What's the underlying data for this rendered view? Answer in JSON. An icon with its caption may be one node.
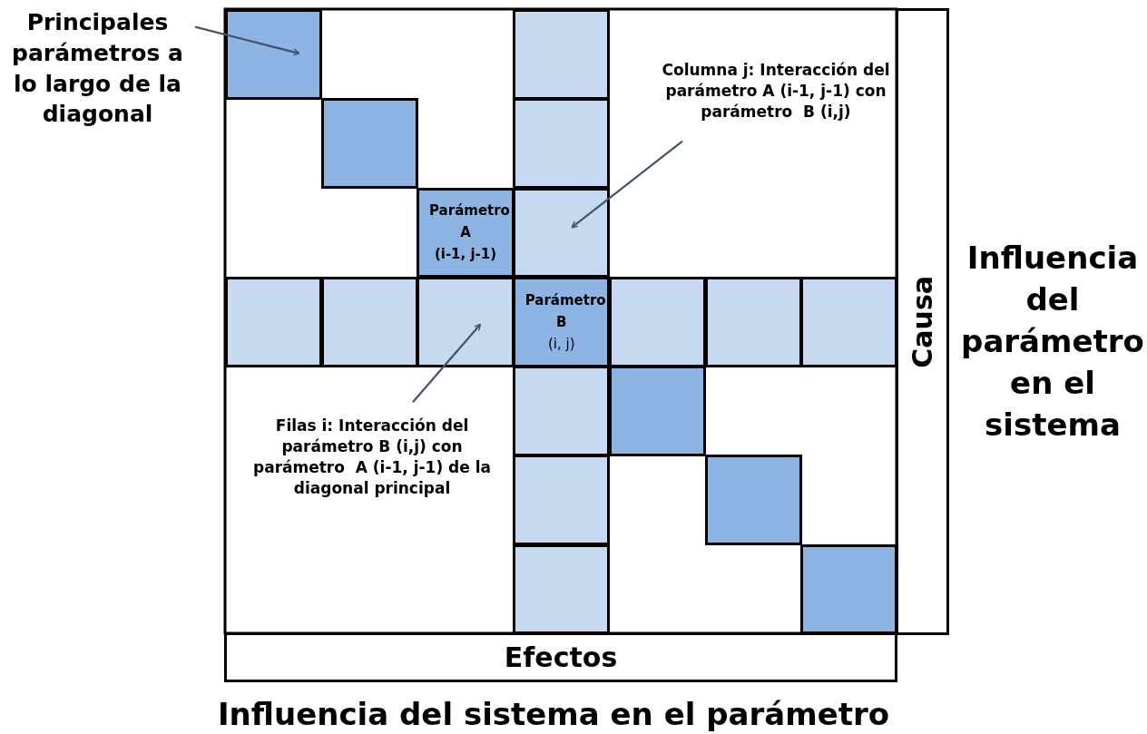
{
  "diagram": {
    "nodes": [
      {
        "text": [
          "Principales parámetros a lo largo de la diagonal"
        ]
      },
      {
        "text": [],
        "shape": "box"
      },
      {
        "text": [],
        "shape": "box"
      },
      {
        "text": [
          "Columna j: Interacción del parámetro A (i-1, j-1) con  parámetro  B (i,j)"
        ]
      },
      {
        "text": [],
        "shape": "box"
      },
      {
        "text": [],
        "shape": "box"
      },
      {
        "text": [
          "Parámetro A",
          "(i-1, j-1)"
        ]
      },
      {
        "text": [],
        "shape": "box"
      },
      {
        "text": [],
        "shape": "box"
      },
      {
        "text": [],
        "shape": "box"
      },
      {
        "text": [],
        "shape": "box"
      },
      {
        "text": [
          "Parámetro B",
          "(i, j)"
        ]
      },
      {
        "text": [],
        "shape": "box"
      },
      {
        "text": [],
        "shape": "box"
      },
      {
        "text": [],
        "shape": "box"
      },
      {
        "text": [],
        "shape": "box"
      },
      {
        "text": [],
        "shape": "box"
      },
      {
        "text": [
          "Filas i: Interacción del parámetro B (i,j) con parámetro  A (i-1, j-1) de la diagonal principal"
        ]
      },
      {
        "text": [],
        "shape": "box"
      },
      {
        "text": [],
        "shape": "box"
      },
      {
        "text": [],
        "shape": "box"
      },
      {
        "text": [],
        "shape": "box"
      },
      {
        "text": [
          "Causa"
        ]
      },
      {
        "text": [
          "Efectos"
        ]
      }
    ],
    "edges": [
      {
        "from": 0,
        "to": 1,
        "arrow": "to"
      },
      {
        "from": 3,
        "to": 7,
        "arrow": "to"
      },
      {
        "from": 17,
        "to": 10,
        "arrow": "to"
      }
    ],
    "labels": [
      "Influencia del parámetro en el sistema",
      "Influencia del sistema en el parámetro"
    ]
  }
}
